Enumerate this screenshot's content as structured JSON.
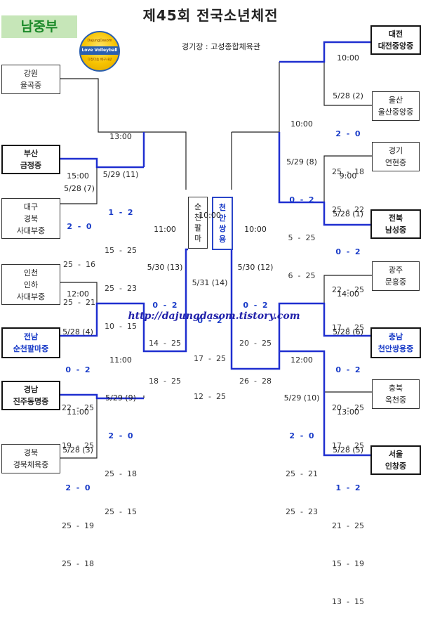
{
  "title": "제45회 전국소년체전",
  "division": "남중부",
  "logo": {
    "line1": "DajungDasom",
    "line2": "Love Volleyball",
    "line3": "다정다솜 배구사랑"
  },
  "venue": "경기장 : 고성종합체육관",
  "website": "http://dajungdasom.tistory.com",
  "teams": {
    "gangwon": {
      "region": "강원",
      "school": "율곡중"
    },
    "busan": {
      "region": "부산",
      "school": "금정중"
    },
    "daegu": {
      "region": "대구",
      "region2": "경북",
      "school": "사대부중"
    },
    "incheon": {
      "region": "인천",
      "region2": "인하",
      "school": "사대부중"
    },
    "jeonnam": {
      "region": "전남",
      "school": "순천팔마중"
    },
    "gyeongnam": {
      "region": "경남",
      "school": "진주동명중"
    },
    "gyeongbuk": {
      "region": "경북",
      "school": "경북체육중"
    },
    "daejeon": {
      "region": "대전",
      "school": "대전중앙중"
    },
    "ulsan": {
      "region": "울산",
      "school": "울산중앙중"
    },
    "gyeonggi": {
      "region": "경기",
      "school": "연현중"
    },
    "jeonbuk": {
      "region": "전북",
      "school": "남성중"
    },
    "gwangju": {
      "region": "광주",
      "school": "문흥중"
    },
    "chungnam": {
      "region": "충남",
      "school": "천안쌍용중"
    },
    "chungbuk": {
      "region": "충북",
      "school": "옥천중"
    },
    "seoul": {
      "region": "서울",
      "school": "인창중"
    }
  },
  "finalists": {
    "left": [
      "순",
      "천",
      "팔",
      "마"
    ],
    "right": [
      "천",
      "안",
      "쌍",
      "용"
    ]
  },
  "matches": {
    "m7": {
      "time": "15:00",
      "date": "5/28 (7)",
      "sets": "2  -  0",
      "scores": [
        "25  -  16",
        "25  -  21"
      ]
    },
    "m11": {
      "time": "13:00",
      "date": "5/29 (11)",
      "sets": "1  -  2",
      "scores": [
        "15  -  25",
        "25  -  23",
        "10  -  15"
      ]
    },
    "m4": {
      "time": "12:00",
      "date": "5/28 (4)",
      "sets": "0  -  2",
      "scores": [
        "22  -  25",
        "19  -  25"
      ]
    },
    "m3": {
      "time": "11:00",
      "date": "5/28 (3)",
      "sets": "2  -  0",
      "scores": [
        "25  -  19",
        "25  -  18"
      ]
    },
    "m9": {
      "time": "11:00",
      "date": "5/29 (9)",
      "sets": "2  -  0",
      "scores": [
        "25  -  18",
        "25  -  15"
      ]
    },
    "m13": {
      "time": "11:00",
      "date": "5/30 (13)",
      "sets": "0  -  2",
      "scores": [
        "14  -  25",
        "18  -  25"
      ]
    },
    "m14": {
      "time": "10:00",
      "date": "5/31 (14)",
      "sets": "0  -  2",
      "scores": [
        "17  -  25",
        "12  -  25"
      ]
    },
    "m12": {
      "time": "10:00",
      "date": "5/30 (12)",
      "sets": "0  -  2",
      "scores": [
        "20  -  25",
        "26  -  28"
      ]
    },
    "m2": {
      "time": "10:00",
      "date": "5/28 (2)",
      "sets": "2  -  0",
      "scores": [
        "25  -  18",
        "25  -  22"
      ]
    },
    "m8": {
      "time": "10:00",
      "date": "5/29 (8)",
      "sets": "0  -  2",
      "scores": [
        "5  -  25",
        "6  -  25"
      ]
    },
    "m1": {
      "time": "9:00",
      "date": "5/28 (1)",
      "sets": "0  -  2",
      "scores": [
        "22  -  25",
        "17  -  25"
      ]
    },
    "m6": {
      "time": "14:00",
      "date": "5/28 (6)",
      "sets": "0  -  2",
      "scores": [
        "20  -  25",
        "17  -  25"
      ]
    },
    "m10": {
      "time": "12:00",
      "date": "5/29 (10)",
      "sets": "2  -  0",
      "scores": [
        "25  -  21",
        "25  -  23"
      ]
    },
    "m5": {
      "time": "13:00",
      "date": "5/28 (5)",
      "sets": "1  -  2",
      "scores": [
        "21  -  25",
        "15  -  19",
        "13  -  15"
      ]
    }
  },
  "colors": {
    "winner_line": "#1f2fd0",
    "line": "#222222",
    "division_bg": "#c6e6b8",
    "division_text": "#1c8a2a"
  }
}
